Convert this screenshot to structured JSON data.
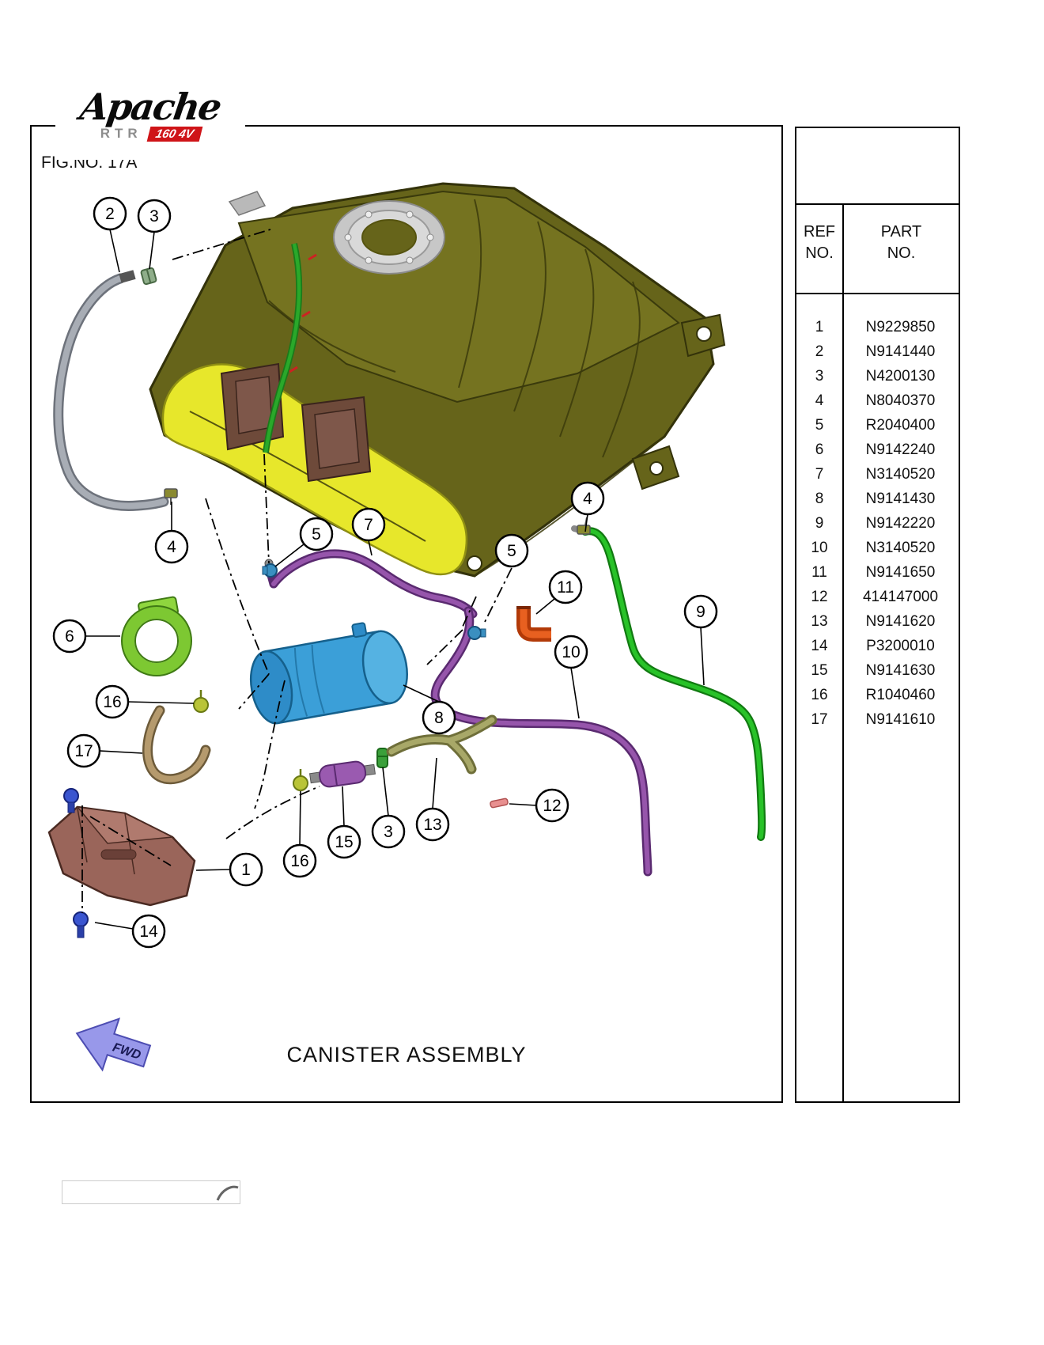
{
  "page": {
    "fig_label": "FIG.NO. 17A",
    "title": "CANISTER ASSEMBLY",
    "fwd_label": "FWD"
  },
  "logo": {
    "name": "Apache",
    "series": "RTR",
    "badge": "160 4V"
  },
  "table": {
    "headers": {
      "ref": [
        "REF",
        "NO."
      ],
      "part": [
        "PART",
        "NO."
      ]
    },
    "rows": [
      {
        "ref": "1",
        "part": "N9229850"
      },
      {
        "ref": "2",
        "part": "N9141440"
      },
      {
        "ref": "3",
        "part": "N4200130"
      },
      {
        "ref": "4",
        "part": "N8040370"
      },
      {
        "ref": "5",
        "part": "R2040400"
      },
      {
        "ref": "6",
        "part": "N9142240"
      },
      {
        "ref": "7",
        "part": "N3140520"
      },
      {
        "ref": "8",
        "part": "N9141430"
      },
      {
        "ref": "9",
        "part": "N9142220"
      },
      {
        "ref": "10",
        "part": "N3140520"
      },
      {
        "ref": "11",
        "part": "N9141650"
      },
      {
        "ref": "12",
        "part": "414147000"
      },
      {
        "ref": "13",
        "part": "N9141620"
      },
      {
        "ref": "14",
        "part": "P3200010"
      },
      {
        "ref": "15",
        "part": "N9141630"
      },
      {
        "ref": "16",
        "part": "R1040460"
      },
      {
        "ref": "17",
        "part": "N9141610"
      }
    ]
  },
  "callouts": [
    {
      "label": "2"
    },
    {
      "label": "3"
    },
    {
      "label": "4"
    },
    {
      "label": "5"
    },
    {
      "label": "7"
    },
    {
      "label": "5"
    },
    {
      "label": "4"
    },
    {
      "label": "11"
    },
    {
      "label": "9"
    },
    {
      "label": "6"
    },
    {
      "label": "10"
    },
    {
      "label": "16"
    },
    {
      "label": "8"
    },
    {
      "label": "17"
    },
    {
      "label": "12"
    },
    {
      "label": "3"
    },
    {
      "label": "13"
    },
    {
      "label": "15"
    },
    {
      "label": "16"
    },
    {
      "label": "1"
    },
    {
      "label": "14"
    }
  ],
  "colors": {
    "logo_red": "#cf1418",
    "tank_olive": "#66641a",
    "tank_yellow": "#e7e72b",
    "canister_blue": "#3b9fd8",
    "hose_purple": "#7a3f8f",
    "hose_green": "#22ad22",
    "hose_gray": "#a8adb5",
    "clamp_green": "#7dc832",
    "hose_tan": "#b59a6d",
    "elbow_orange": "#d84a10",
    "bolt_blue": "#3a55d0",
    "fwd_purple": "#9898ea"
  }
}
